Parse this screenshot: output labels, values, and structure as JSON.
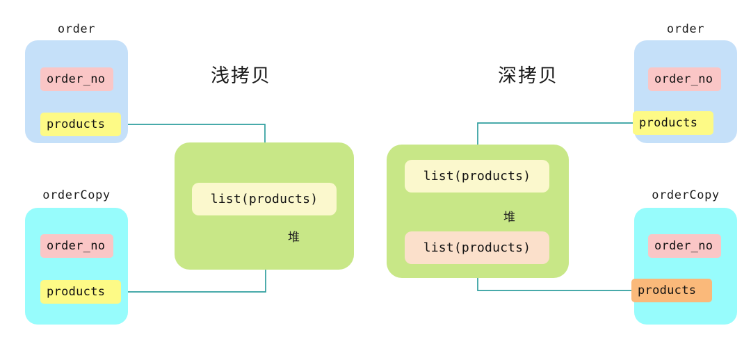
{
  "diagram": {
    "title_shallow": "浅拷贝",
    "title_deep": "深拷贝",
    "heap_word": "堆",
    "colors": {
      "order_box": "#c5e0f9",
      "copy_box": "#97fcfc",
      "field_order_no": "#fac6c6",
      "field_products_yellow": "#fdfa86",
      "field_products_orange": "#fab97a",
      "heap_green": "#c8e787",
      "heap_slot_yellow": "#fbf8cd",
      "heap_slot_peach": "#fbe0cb",
      "arrow": "#2f9e9e"
    }
  },
  "shallow": {
    "title": "浅拷贝",
    "heap_label": "堆",
    "source": {
      "name": "order",
      "fields": [
        {
          "label": "order_no",
          "color": "#fac6c6"
        },
        {
          "label": "products",
          "color": "#fdfa86"
        }
      ]
    },
    "copy": {
      "name": "orderCopy",
      "fields": [
        {
          "label": "order_no",
          "color": "#fac6c6"
        },
        {
          "label": "products",
          "color": "#fdfa86"
        }
      ]
    },
    "heap_slots": [
      {
        "label": "list(products)",
        "color": "#fbf8cd"
      }
    ]
  },
  "deep": {
    "title": "深拷贝",
    "heap_label": "堆",
    "source": {
      "name": "order",
      "fields": [
        {
          "label": "order_no",
          "color": "#fac6c6"
        },
        {
          "label": "products",
          "color": "#fdfa86"
        }
      ]
    },
    "copy": {
      "name": "orderCopy",
      "fields": [
        {
          "label": "order_no",
          "color": "#fac6c6"
        },
        {
          "label": "products",
          "color": "#fab97a"
        }
      ]
    },
    "heap_slots": [
      {
        "label": "list(products)",
        "color": "#fbf8cd"
      },
      {
        "label": "list(products)",
        "color": "#fbe0cb"
      }
    ]
  }
}
